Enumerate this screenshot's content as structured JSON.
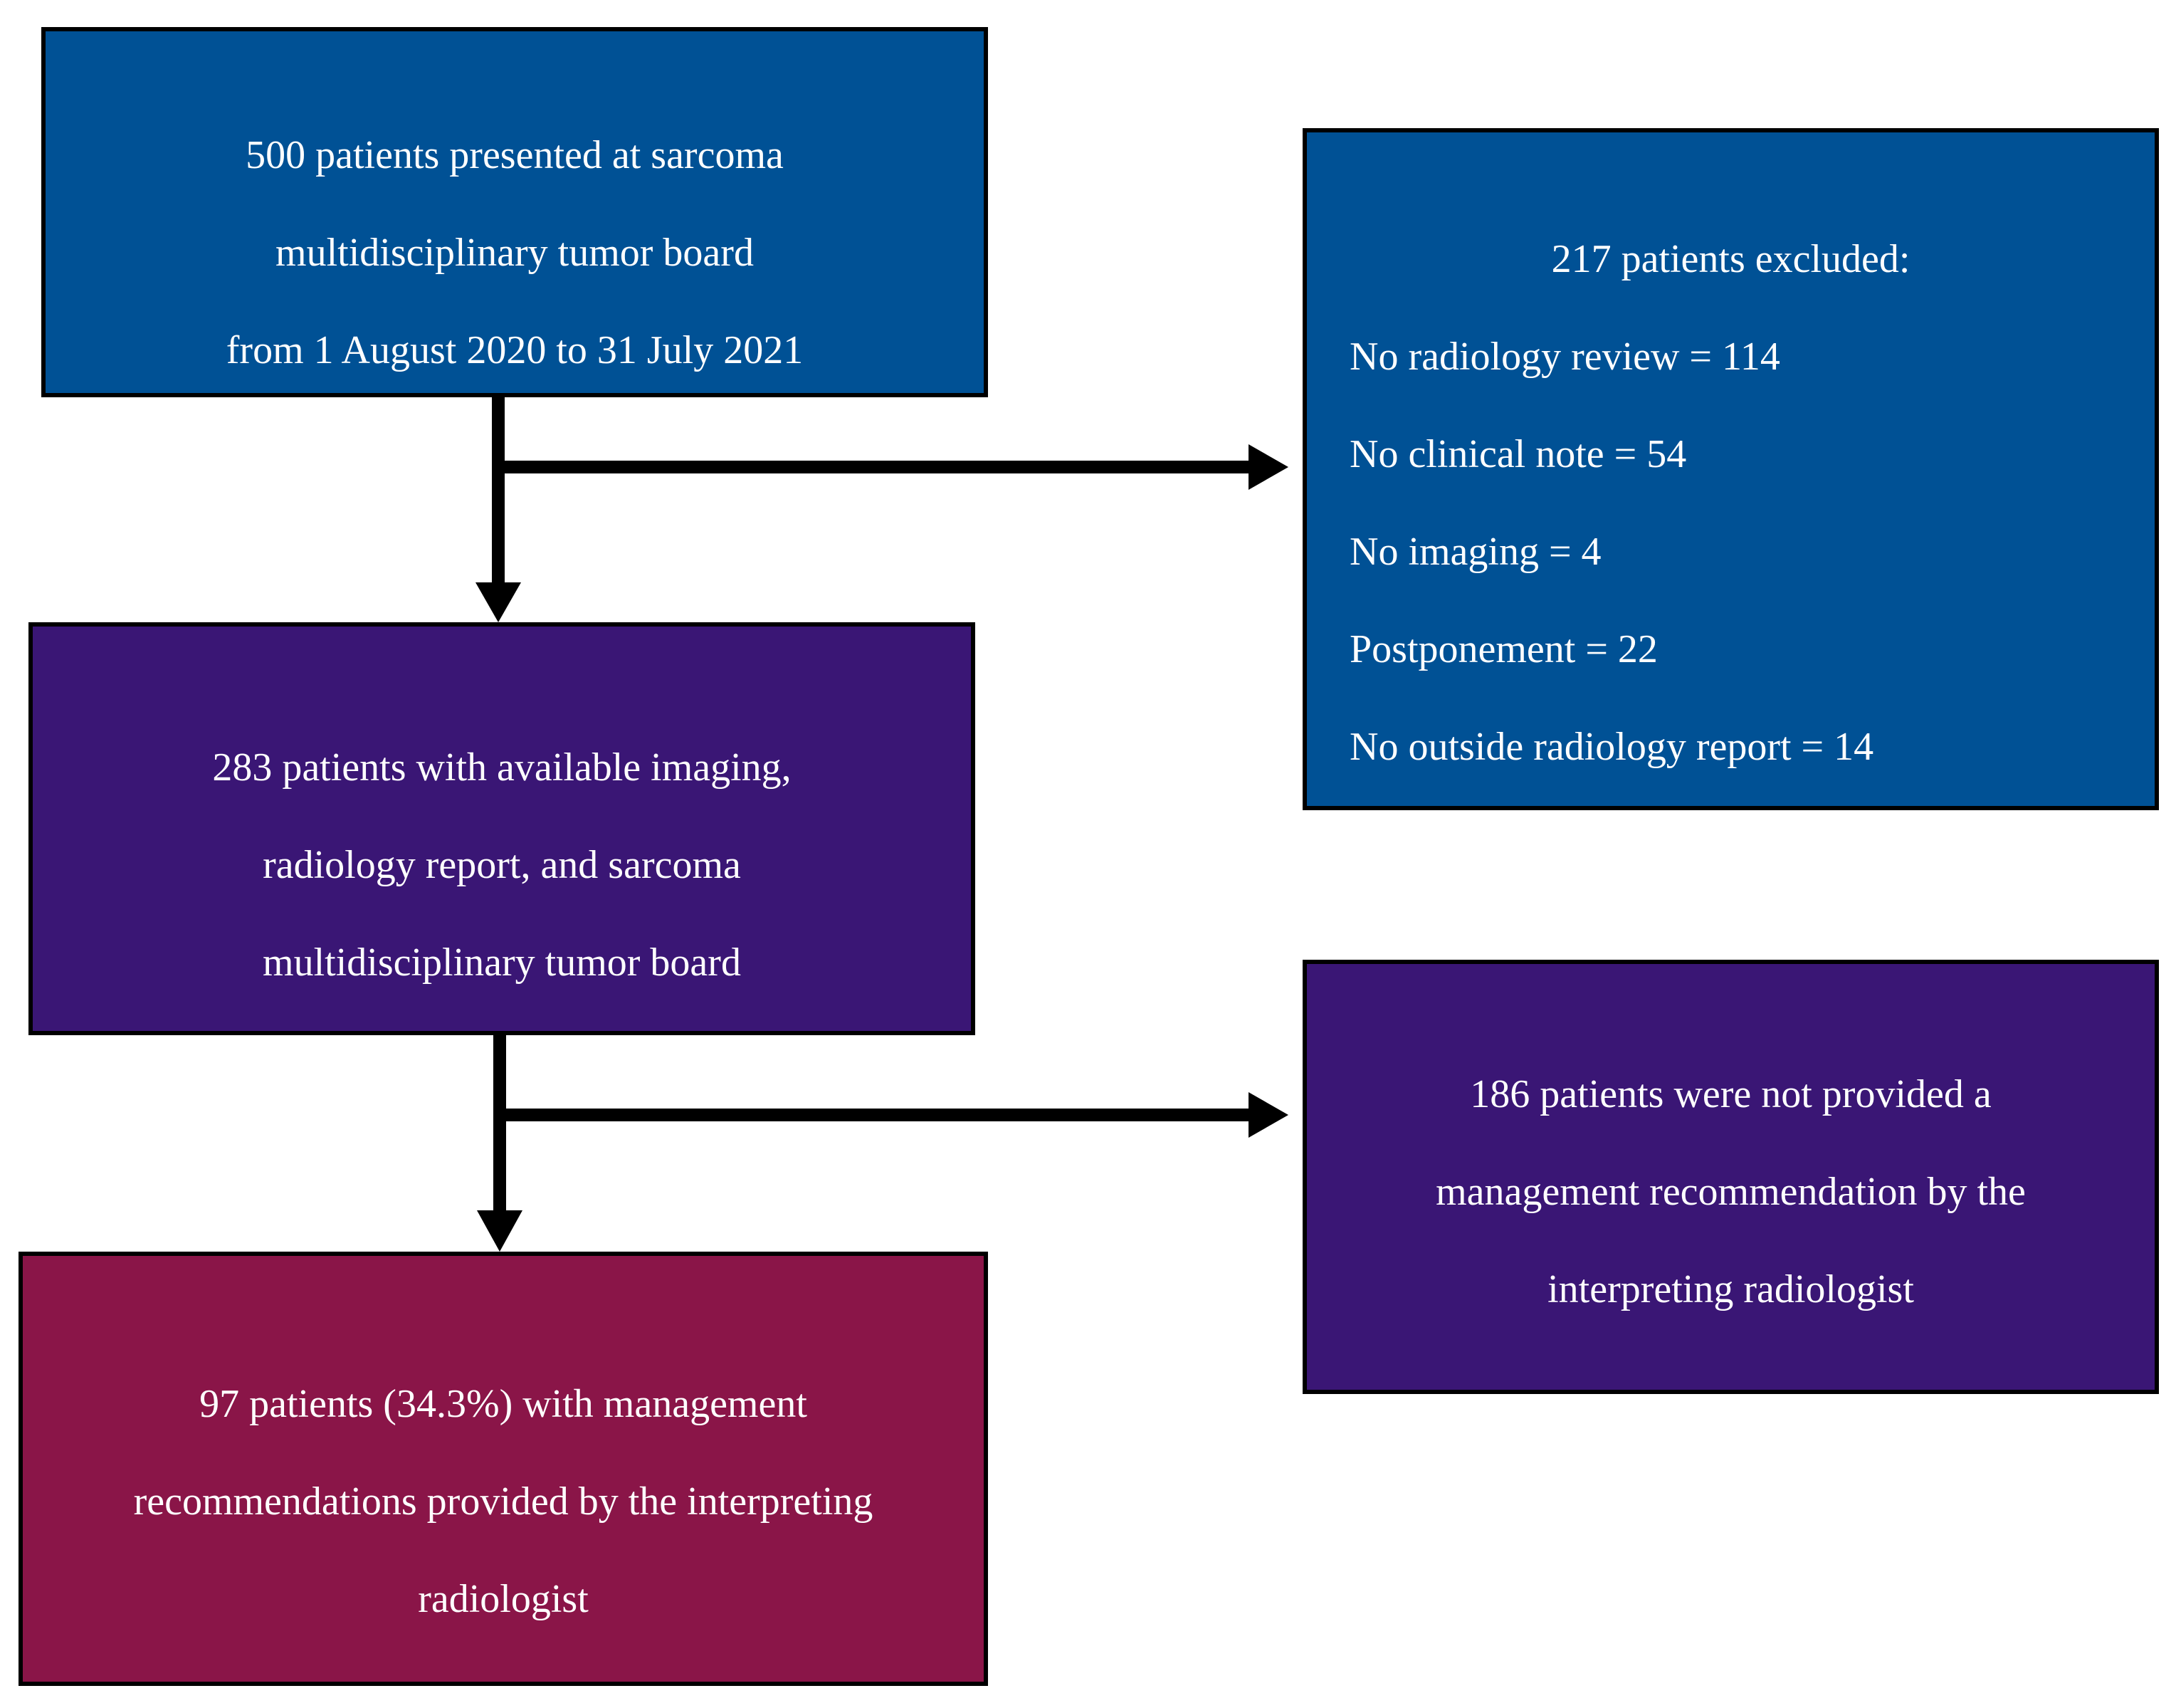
{
  "colors": {
    "blue": "#005195",
    "purple": "#3a1675",
    "crimson": "#8a1548",
    "border": "#000000",
    "arrow": "#000000"
  },
  "boxes": {
    "start": {
      "lines": [
        "500 patients presented at sarcoma",
        "multidisciplinary tumor board",
        "from 1 August 2020 to 31 July 2021"
      ]
    },
    "excluded": {
      "title": "217 patients excluded:",
      "items": [
        "No radiology review = 114",
        "No clinical note = 54",
        "No imaging = 4",
        "Postponement = 22",
        "No outside radiology report = 14"
      ]
    },
    "available": {
      "lines": [
        "283 patients with available imaging,",
        "radiology report, and sarcoma",
        "multidisciplinary tumor board"
      ]
    },
    "not_provided": {
      "lines": [
        "186 patients were not provided a",
        "management recommendation by the",
        "interpreting radiologist"
      ]
    },
    "provided": {
      "lines": [
        "97 patients (34.3%) with management",
        "recommendations provided by the interpreting",
        "radiologist"
      ]
    }
  }
}
